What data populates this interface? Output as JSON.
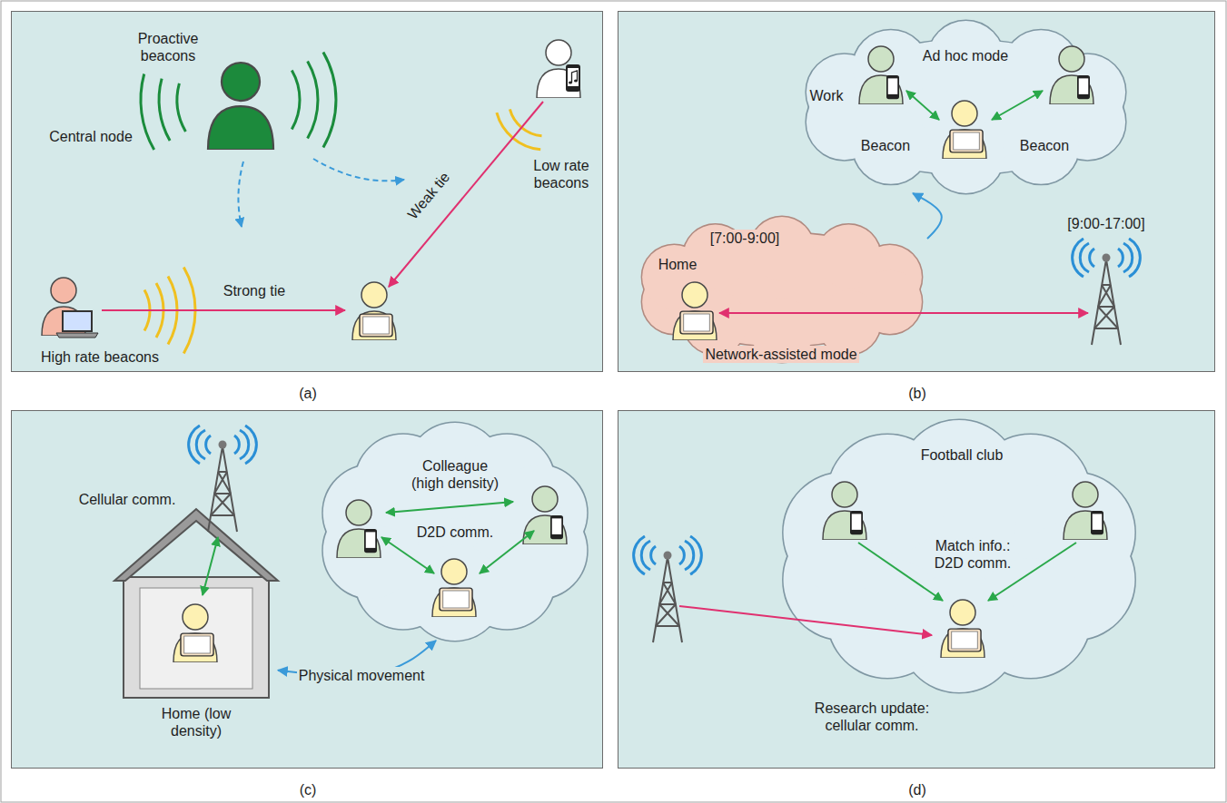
{
  "diagram": {
    "nodes": [
      {
        "text": [
          "(a)"
        ]
      },
      {
        "text": [
          "(b)"
        ]
      },
      {
        "text": [
          "Ad hoc mode"
        ],
        "in": 1
      },
      {
        "text": [
          "Home"
        ],
        "in": 1
      },
      {
        "text": [
          "(c)"
        ]
      },
      {
        "text": [
          "Colleague (high density)",
          "D2D comm."
        ],
        "in": 4
      },
      {
        "text": [
          "Home (low density)"
        ],
        "in": 4
      },
      {
        "text": [
          "(d)"
        ]
      },
      {
        "text": [
          "Football club",
          "Match info.: D2D comm."
        ],
        "in": 7
      }
    ],
    "edges": [
      {
        "from": 3,
        "to": 2,
        "arrow": "to"
      },
      {
        "from": 5,
        "to": 6,
        "label": "Physical movement",
        "arrow": "both"
      }
    ],
    "labels": [
      "Proactive beacons",
      "Central node",
      "Low rate beacons",
      "Weak tie",
      "Strong tie",
      "High rate beacons",
      "Work",
      "Beacon",
      "Beacon",
      "[7:00-9:00]",
      "Network-assisted mode",
      "[9:00-17:00]",
      "Cellular comm.",
      "Research update: cellular comm."
    ]
  }
}
